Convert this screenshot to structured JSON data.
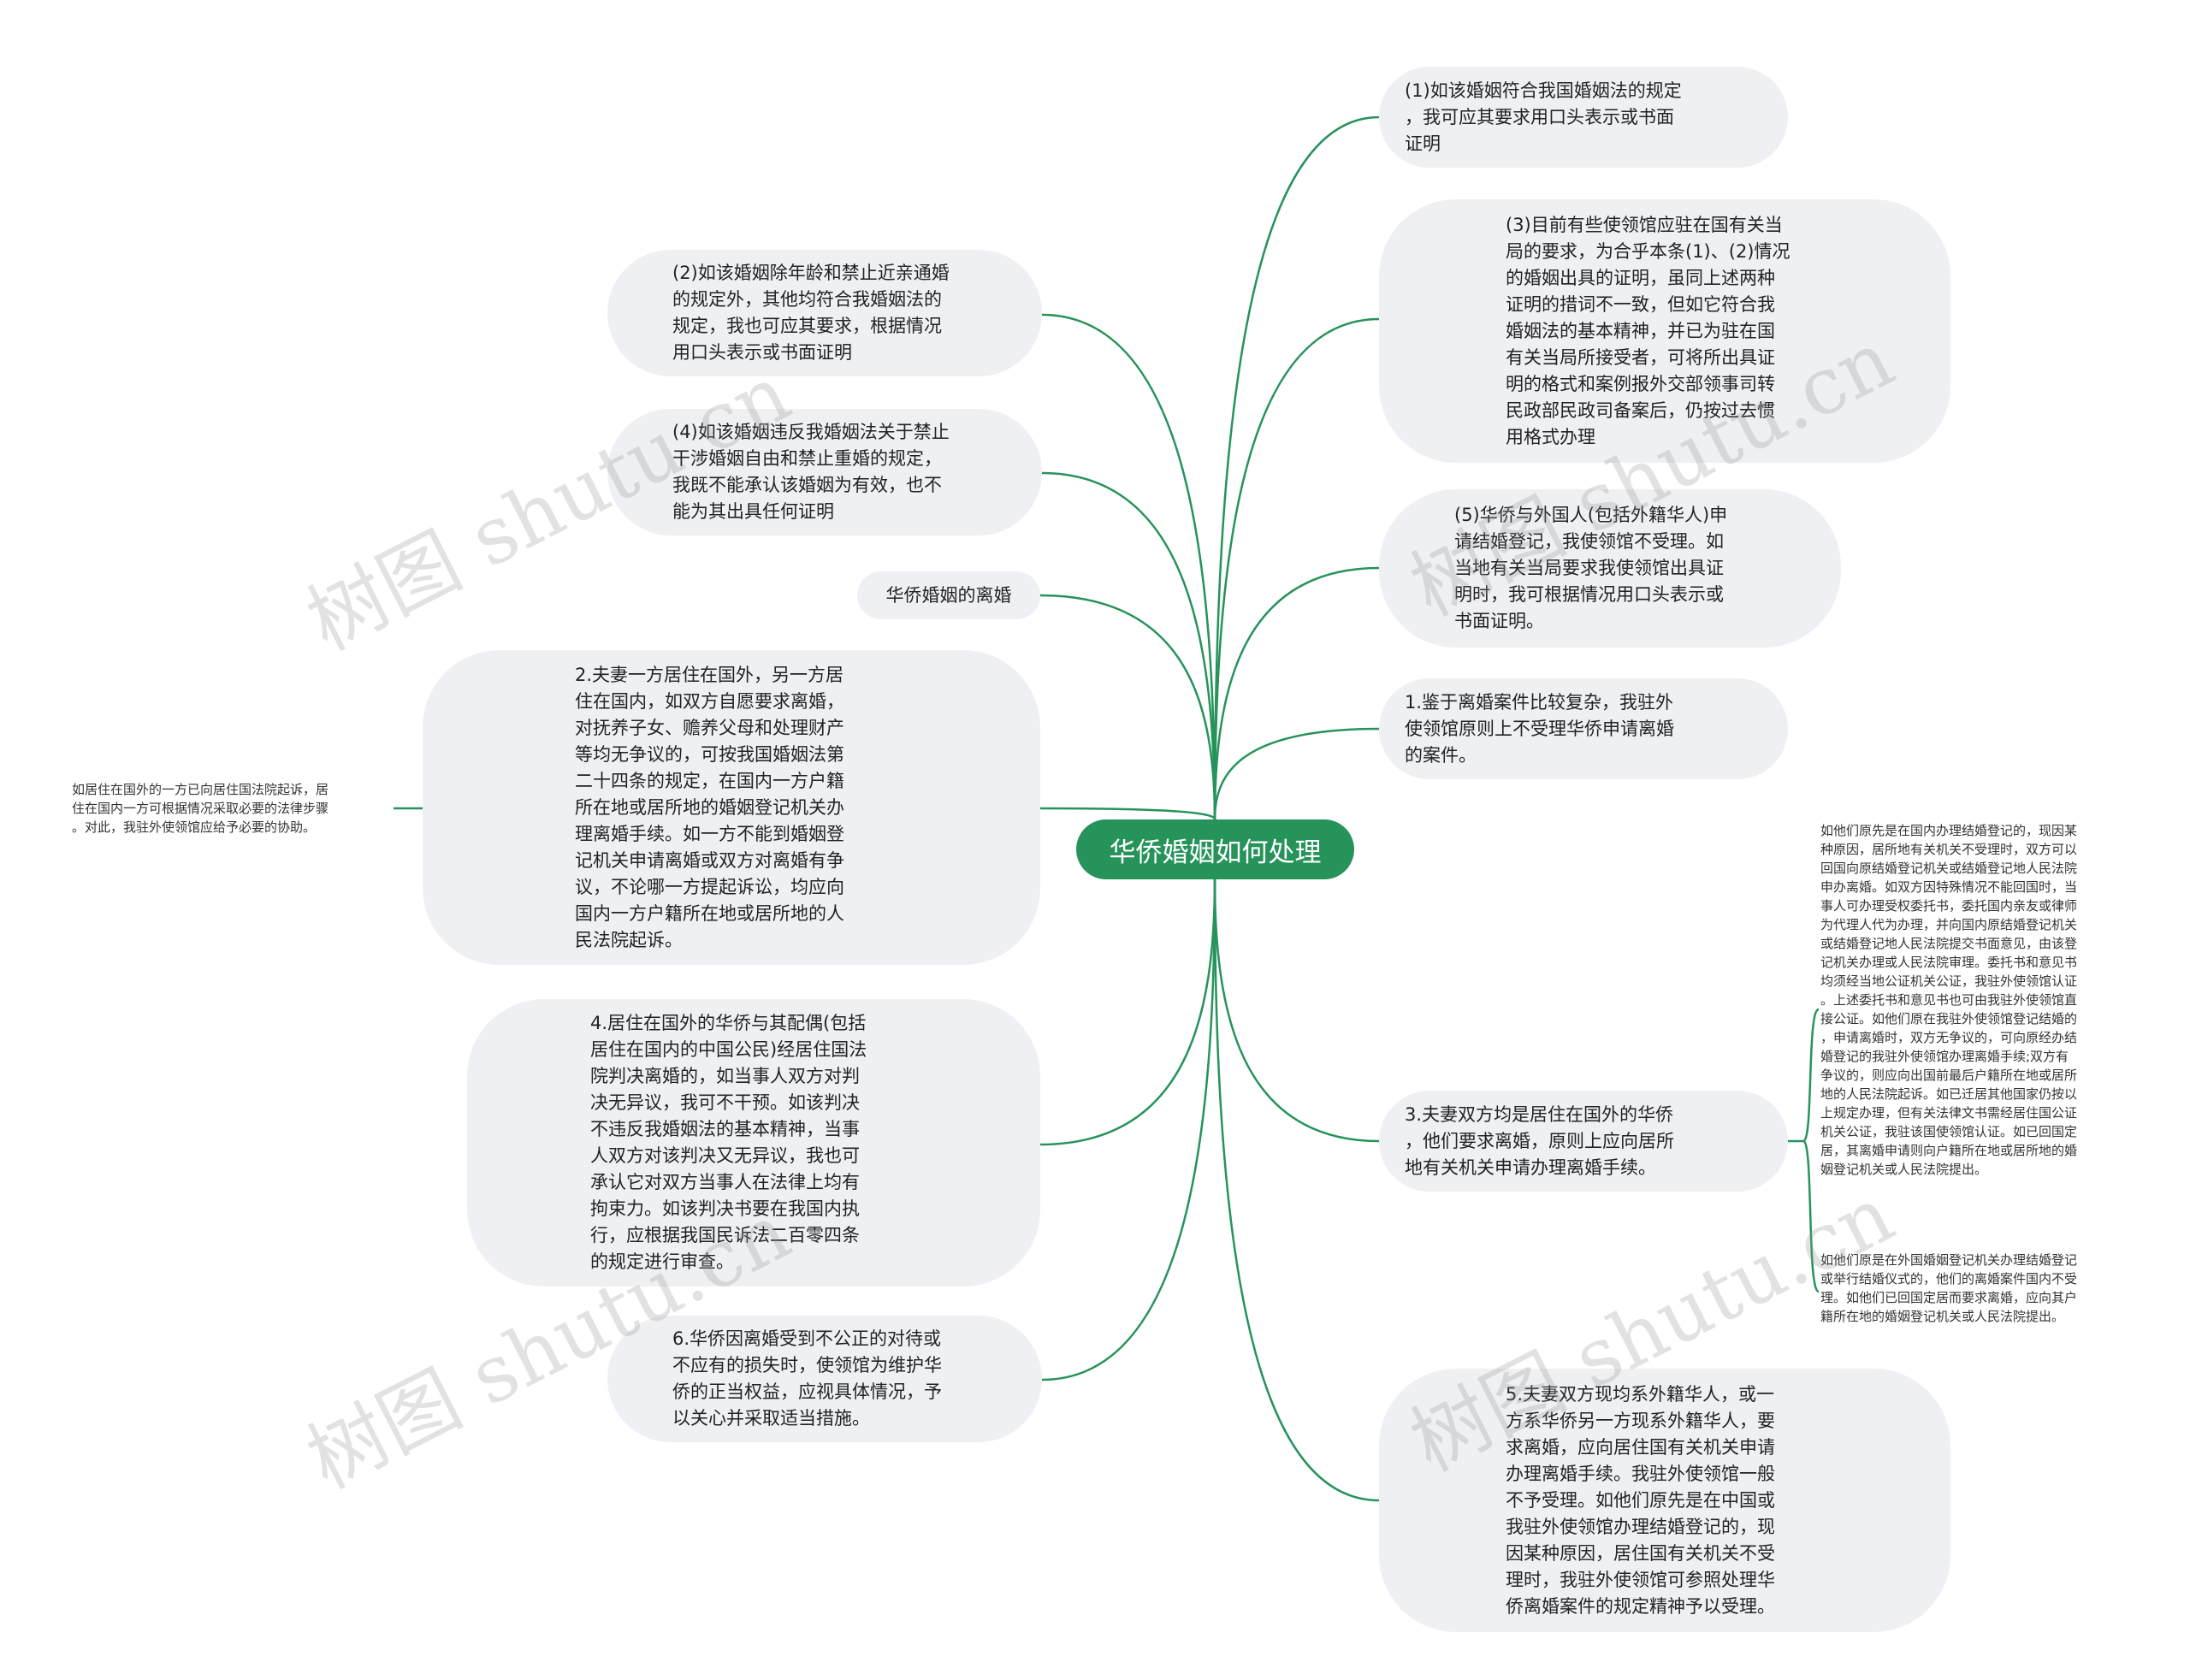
{
  "root": {
    "label": "华侨婚姻如何处理"
  },
  "nodes": {
    "r1": "(1)如该婚姻符合我国婚姻法的规定\n，我可应其要求用口头表示或书面\n证明",
    "r2": "(3)目前有些使领馆应驻在国有关当\n局的要求，为合乎本条(1)、(2)情况\n的婚姻出具的证明，虽同上述两种\n证明的措词不一致，但如它符合我\n婚姻法的基本精神，并已为驻在国\n有关当局所接受者，可将所出具证\n明的格式和案例报外交部领事司转\n民政部民政司备案后，仍按过去惯\n用格式办理",
    "r3": "(5)华侨与外国人(包括外籍华人)申\n请结婚登记，我使领馆不受理。如\n当地有关当局要求我使领馆出具证\n明时，我可根据情况用口头表示或\n书面证明。",
    "r4": "1.鉴于离婚案件比较复杂，我驻外\n使领馆原则上不受理华侨申请离婚\n的案件。",
    "r5": "3.夫妻双方均是居住在国外的华侨\n，他们要求离婚，原则上应向居所\n地有关机关申请办理离婚手续。",
    "r6": "5.夫妻双方现均系外籍华人，或一\n方系华侨另一方现系外籍华人，要\n求离婚，应向居住国有关机关申请\n办理离婚手续。我驻外使领馆一般\n不予受理。如他们原先是在中国或\n我驻外使领馆办理结婚登记的，现\n因某种原因，居住国有关机关不受\n理时，我驻外使领馆可参照处理华\n侨离婚案件的规定精神予以受理。",
    "l1": "(2)如该婚姻除年龄和禁止近亲通婚\n的规定外，其他均符合我婚姻法的\n规定，我也可应其要求，根据情况\n用口头表示或书面证明",
    "l2": "(4)如该婚姻违反我婚姻法关于禁止\n干涉婚姻自由和禁止重婚的规定，\n我既不能承认该婚姻为有效，也不\n能为其出具任何证明",
    "l3": "华侨婚姻的离婚",
    "l4": "2.夫妻一方居住在国外，另一方居\n住在国内，如双方自愿要求离婚，\n对抚养子女、赡养父母和处理财产\n等均无争议的，可按我国婚姻法第\n二十四条的规定，在国内一方户籍\n所在地或居所地的婚姻登记机关办\n理离婚手续。如一方不能到婚姻登\n记机关申请离婚或双方对离婚有争\n议，不论哪一方提起诉讼，均应向\n国内一方户籍所在地或居所地的人\n民法院起诉。",
    "l5": "4.居住在国外的华侨与其配偶(包括\n居住在国内的中国公民)经居住国法\n院判决离婚的，如当事人双方对判\n决无异议，我可不干预。如该判决\n不违反我婚姻法的基本精神，当事\n人双方对该判决又无异议，我也可\n承认它对双方当事人在法律上均有\n拘束力。如该判决书要在我国内执\n行，应根据我国民诉法二百零四条\n的规定进行审查。",
    "l6": "6.华侨因离婚受到不公正的对待或\n不应有的损失时，使领馆为维护华\n侨的正当权益，应视具体情况，予\n以关心并采取适当措施。",
    "ll1": "如居住在国外的一方已向居住国法院起诉，居\n住在国内一方可根据情况采取必要的法律步骤\n。对此，我驻外使领馆应给予必要的协助。",
    "rr1": "如他们原先是在国内办理结婚登记的，现因某\n种原因，居所地有关机关不受理时，双方可以\n回国向原结婚登记机关或结婚登记地人民法院\n申办离婚。如双方因特殊情况不能回国时，当\n事人可办理受权委托书，委托国内亲友或律师\n为代理人代为办理，并向国内原结婚登记机关\n或结婚登记地人民法院提交书面意见，由该登\n记机关办理或人民法院审理。委托书和意见书\n均须经当地公证机关公证，我驻外使领馆认证\n。上述委托书和意见书也可由我驻外使领馆直\n接公证。如他们原在我驻外使领馆登记结婚的\n，申请离婚时，双方无争议的，可向原经办结\n婚登记的我驻外使领馆办理离婚手续;双方有\n争议的，则应向出国前最后户籍所在地或居所\n地的人民法院起诉。如已迁居其他国家仍按以\n上规定办理，但有关法律文书需经居住国公证\n机关公证，我驻该国使领馆认证。如已回国定\n居，其离婚申请则向户籍所在地或居所地的婚\n姻登记机关或人民法院提出。",
    "rr2": "如他们原是在外国婚姻登记机关办理结婚登记\n或举行结婚仪式的，他们的离婚案件国内不受\n理。如他们已回国定居而要求离婚，应向其户\n籍所在地的婚姻登记机关或人民法院提出。"
  },
  "watermark": "树图 shutu.cn",
  "colors": {
    "edge": "#26935a",
    "node_bg": "#eef0f3",
    "root_bg": "#26935a"
  }
}
